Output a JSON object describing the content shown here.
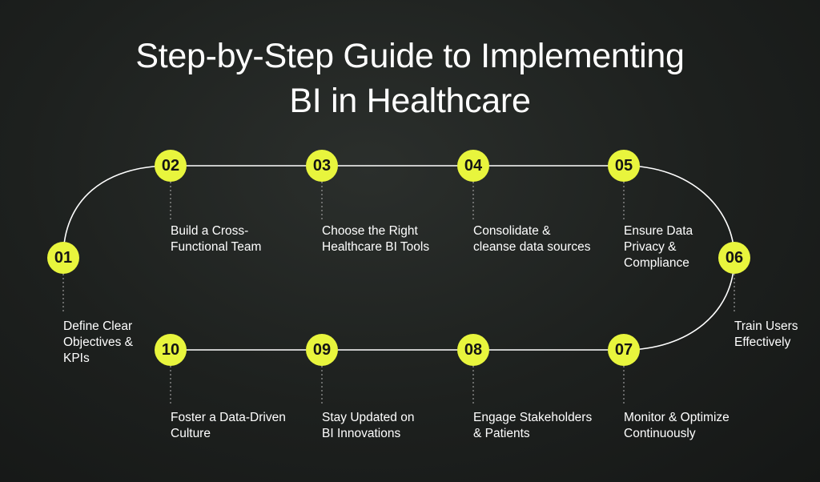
{
  "title": {
    "line1": "Step-by-Step Guide to Implementing",
    "line2": "BI in Healthcare"
  },
  "colors": {
    "accent": "#e8f53d",
    "background": "#1d201e",
    "text": "#ffffff",
    "line": "#ffffff"
  },
  "steps": [
    {
      "number": "01",
      "label": "Define Clear\nObjectives &\nKPIs"
    },
    {
      "number": "02",
      "label": "Build a Cross-\nFunctional Team"
    },
    {
      "number": "03",
      "label": "Choose the Right\nHealthcare BI Tools"
    },
    {
      "number": "04",
      "label": "Consolidate &\ncleanse data sources"
    },
    {
      "number": "05",
      "label": "Ensure Data\nPrivacy &\nCompliance"
    },
    {
      "number": "06",
      "label": "Train Users\nEffectively"
    },
    {
      "number": "07",
      "label": "Monitor & Optimize\nContinuously"
    },
    {
      "number": "08",
      "label": "Engage Stakeholders\n& Patients"
    },
    {
      "number": "09",
      "label": "Stay Updated on\nBI Innovations"
    },
    {
      "number": "10",
      "label": "Foster a Data-Driven\nCulture"
    }
  ]
}
